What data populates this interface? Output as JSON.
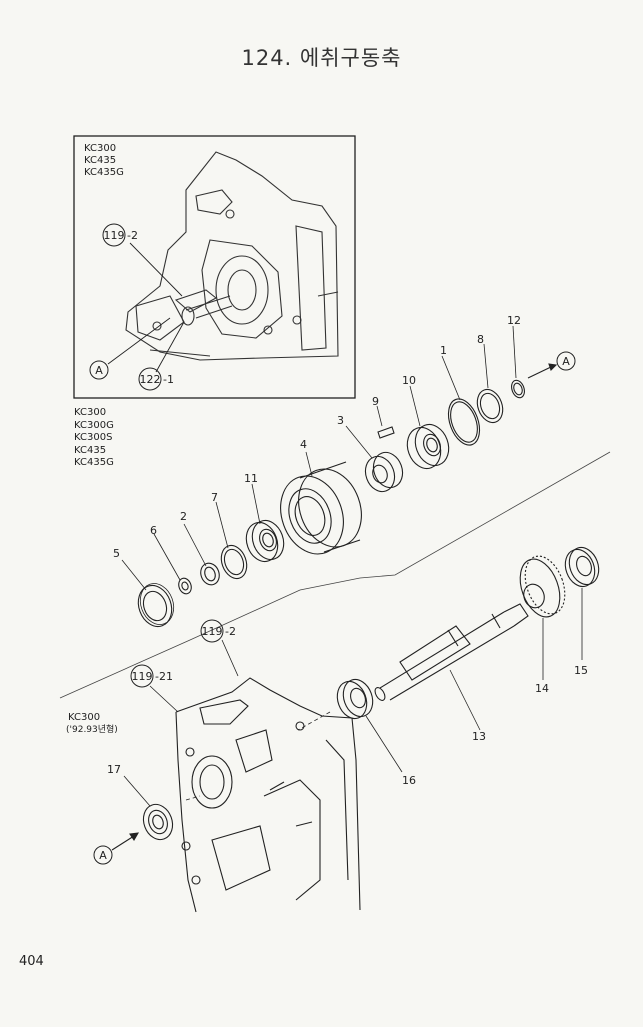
{
  "page": {
    "title": "124. 에취구동축",
    "page_number": "404"
  },
  "inset": {
    "models": [
      "KC300",
      "KC435",
      "KC435G"
    ],
    "refs": {
      "r119_2": "119",
      "r119_2_suffix": "-2",
      "r122_1": "122",
      "r122_1_suffix": "-1",
      "view_a": "A"
    }
  },
  "main": {
    "models": [
      "KC300",
      "KC300G",
      "KC300S",
      "KC435",
      "KC435G"
    ],
    "sub_models": [
      "KC300",
      "('92.93년형)"
    ],
    "refs": {
      "r119_2": "119",
      "r119_2_suffix": "-2",
      "r119_21": "119",
      "r119_21_suffix": "-21",
      "view_a_right": "A",
      "view_a_left": "A"
    },
    "callouts": {
      "p1": "1",
      "p2": "2",
      "p3": "3",
      "p4": "4",
      "p5": "5",
      "p6": "6",
      "p7": "7",
      "p8": "8",
      "p9": "9",
      "p10": "10",
      "p11": "11",
      "p12": "12",
      "p13": "13",
      "p14": "14",
      "p15": "15",
      "p16": "16",
      "p17": "17"
    }
  }
}
